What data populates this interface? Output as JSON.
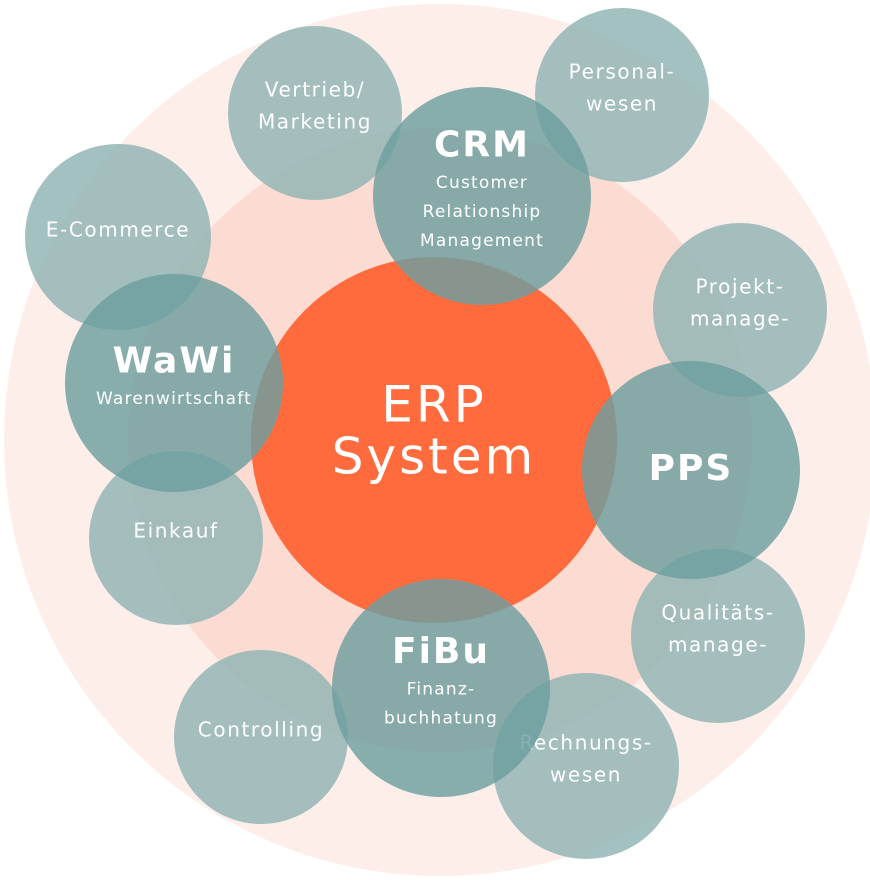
{
  "diagram": {
    "title": "ERP System",
    "colors": {
      "background": "#ffffff",
      "outer_ring": "#fdeee9",
      "inner_ring": "#fcdcd2",
      "center": "#ff6b3d",
      "major_bubble": "#6c9fa0",
      "minor_bubble": "#8fb3b3",
      "text": "#ffffff"
    },
    "center": {
      "lines": [
        "ERP",
        "System"
      ]
    },
    "major_modules": [
      {
        "id": "crm",
        "title": "CRM",
        "subtitle_lines": [
          "Customer",
          "Relationship",
          "Management"
        ]
      },
      {
        "id": "wawi",
        "title": "WaWi",
        "subtitle_lines": [
          "Warenwirtschaft"
        ]
      },
      {
        "id": "pps",
        "title": "PPS",
        "subtitle_lines": []
      },
      {
        "id": "fibu",
        "title": "FiBu",
        "subtitle_lines": [
          "Finanz-",
          "buchhatung"
        ]
      }
    ],
    "minor_modules": [
      {
        "id": "vertrieb",
        "lines": [
          "Vertrieb/",
          "Marketing"
        ]
      },
      {
        "id": "personal",
        "lines": [
          "Personal-",
          "wesen"
        ]
      },
      {
        "id": "ecommerce",
        "lines": [
          "E-Commerce"
        ]
      },
      {
        "id": "projekt",
        "lines": [
          "Projekt-",
          "manage-"
        ]
      },
      {
        "id": "einkauf",
        "lines": [
          "Einkauf"
        ]
      },
      {
        "id": "qualitaet",
        "lines": [
          "Qualitäts-",
          "manage-"
        ]
      },
      {
        "id": "controlling",
        "lines": [
          "Controlling"
        ]
      },
      {
        "id": "rechnung",
        "lines": [
          "Rechnungs-",
          "wesen"
        ]
      }
    ]
  }
}
